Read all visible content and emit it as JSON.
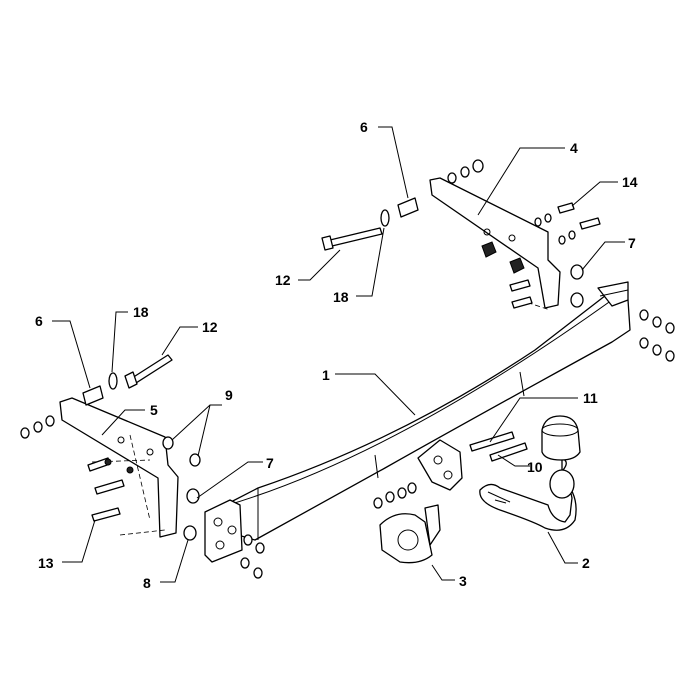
{
  "callouts": [
    {
      "id": "c1a",
      "text": "1"
    },
    {
      "id": "c2",
      "text": "2"
    },
    {
      "id": "c3",
      "text": "3"
    },
    {
      "id": "c4",
      "text": "4"
    },
    {
      "id": "c5",
      "text": "5"
    },
    {
      "id": "c6a",
      "text": "6"
    },
    {
      "id": "c6b",
      "text": "6"
    },
    {
      "id": "c7a",
      "text": "7"
    },
    {
      "id": "c7b",
      "text": "7"
    },
    {
      "id": "c8",
      "text": "8"
    },
    {
      "id": "c9",
      "text": "9"
    },
    {
      "id": "c10",
      "text": "10"
    },
    {
      "id": "c11",
      "text": "11"
    },
    {
      "id": "c12a",
      "text": "12"
    },
    {
      "id": "c12b",
      "text": "12"
    },
    {
      "id": "c13",
      "text": "13"
    },
    {
      "id": "c14",
      "text": "14"
    },
    {
      "id": "c18a",
      "text": "18"
    },
    {
      "id": "c18b",
      "text": "18"
    }
  ]
}
